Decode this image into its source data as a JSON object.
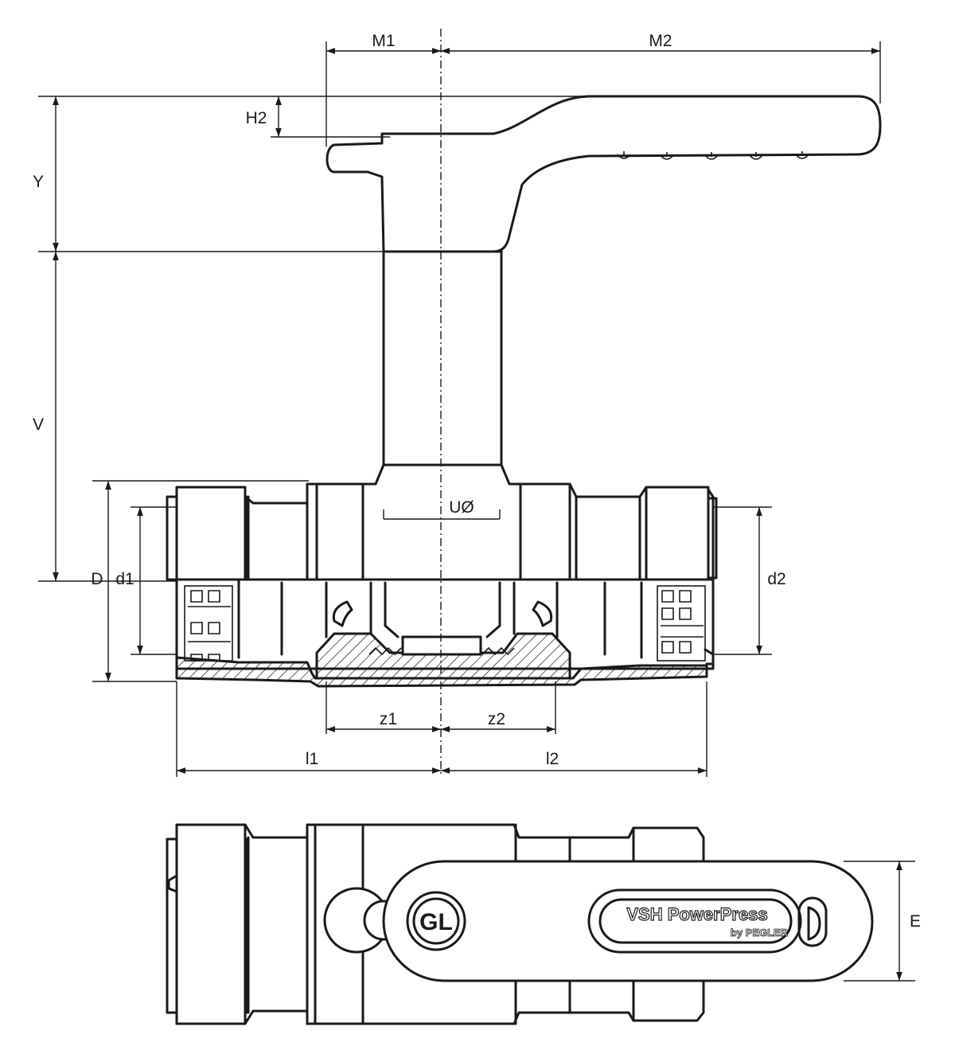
{
  "dimensions": {
    "m1": "M1",
    "m2": "M2",
    "h2": "H2",
    "y": "Y",
    "v": "V",
    "d": "D",
    "d1": "d1",
    "d2": "d2",
    "u": "UØ",
    "z1": "z1",
    "z2": "z2",
    "l1": "l1",
    "l2": "l2",
    "e": "E"
  },
  "handle_marking": {
    "brand": "VSH PowerPress",
    "subline": "by PEGLER",
    "logo": "GL"
  }
}
